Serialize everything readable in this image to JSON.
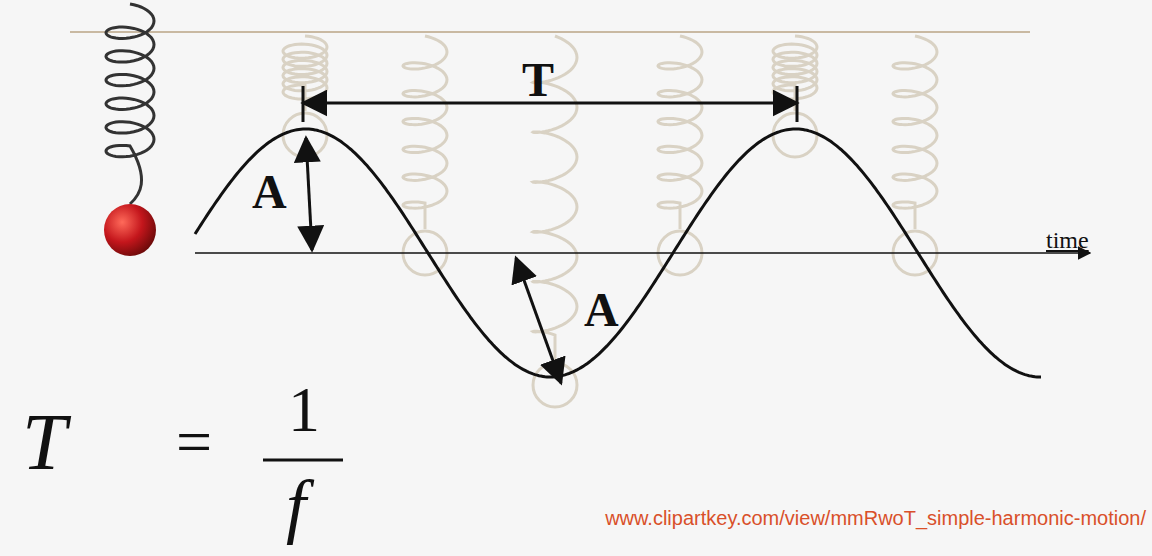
{
  "diagram": {
    "labels": [
      "T",
      "A",
      "A",
      "time",
      "T",
      "=",
      "1",
      "f",
      "www.clipartkey.com/view/mmRwoT_simple-harmonic-motion/"
    ]
  }
}
